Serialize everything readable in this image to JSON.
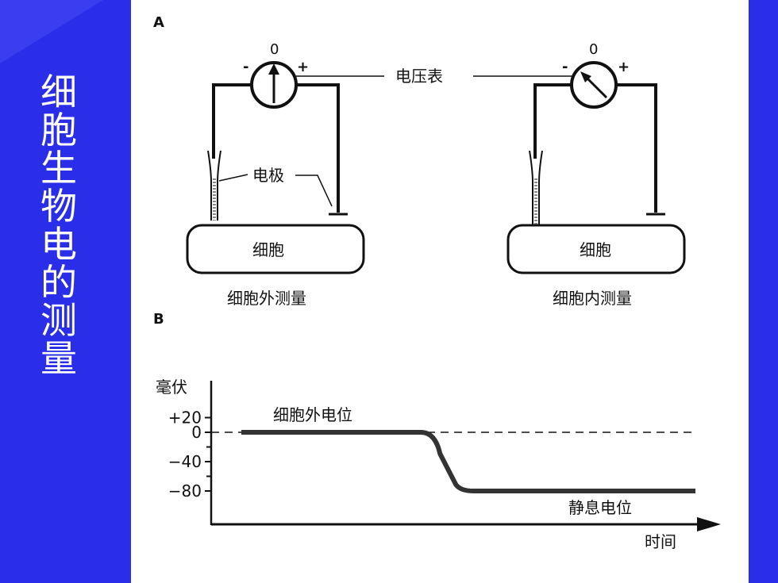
{
  "title": "细胞生物电的测量",
  "panel_a": {
    "label": "A",
    "voltmeter_label": "电压表",
    "electrode_label": "电极",
    "meter_zero": "0",
    "minus_sign": "-",
    "plus_sign": "+",
    "cell_label": "细胞",
    "left_caption": "细胞外测量",
    "right_caption": "细胞内测量"
  },
  "panel_b": {
    "label": "B",
    "y_unit": "毫伏",
    "y_ticks": [
      "+20",
      "0",
      "−40",
      "−80"
    ],
    "x_label": "时间",
    "extracellular_label": "细胞外电位",
    "resting_label": "静息电位"
  },
  "chart_data": {
    "type": "line",
    "ylabel": "毫伏",
    "xlabel": "时间",
    "y_ticks": [
      20,
      0,
      -40,
      -80
    ],
    "series": [
      {
        "name": "细胞外电位",
        "x": [
          0,
          0.42,
          0.49,
          1.0
        ],
        "y": [
          0,
          0,
          -80,
          -80
        ]
      }
    ],
    "annotations": [
      "细胞外电位",
      "静息电位"
    ],
    "reference_line": 0
  },
  "colors": {
    "background": "#2a2ee8",
    "panel": "#ffffff",
    "text": "#ffffff"
  }
}
